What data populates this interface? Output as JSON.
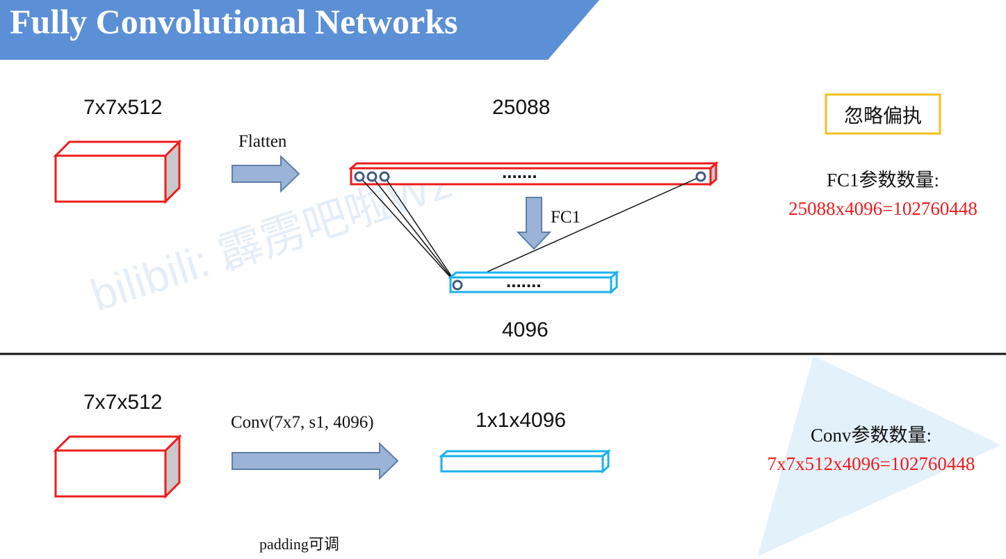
{
  "slide": {
    "title": "Fully Convolutional Networks",
    "watermark": "bilibili: 霹雳吧啦Wz"
  },
  "top": {
    "input_label": "7x7x512",
    "flatten_label": "Flatten",
    "flat_label": "25088",
    "dots_flat": ".......",
    "fc_label": "FC1",
    "dots_out": ".......",
    "out_label": "4096",
    "ignore_bias": "忽略偏执",
    "param_title": "FC1参数数量:",
    "param_value": "25088x4096=102760448"
  },
  "bottom": {
    "input_label": "7x7x512",
    "conv_label": "Conv(7x7, s1, 4096)",
    "out_label": "1x1x4096",
    "padding_note": "padding可调",
    "param_title": "Conv参数数量:",
    "param_value": "7x7x512x4096=102760448"
  },
  "colors": {
    "title_bar": "#5b8fd6",
    "red_box": "#ee1c1c",
    "blue_box": "#19b1ec",
    "arrow_fill": "#9bb3d6",
    "arrow_stroke": "#5f7fa8",
    "highlight_border": "#f2c01e",
    "red_text": "#ee1c1c",
    "node_stroke": "#3d5a80"
  }
}
